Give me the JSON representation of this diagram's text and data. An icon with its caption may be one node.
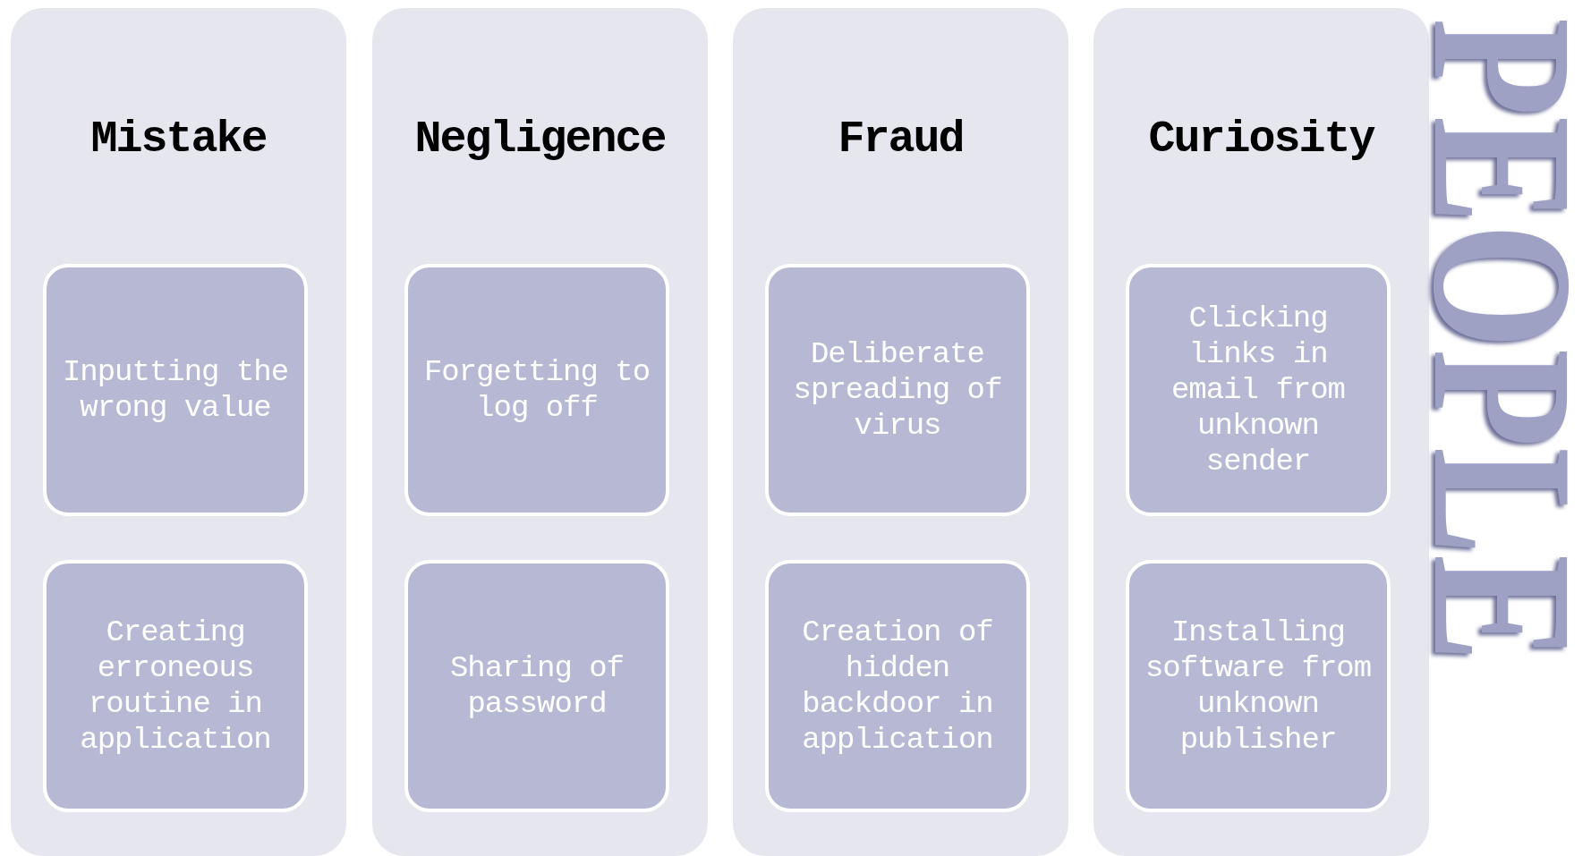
{
  "diagram": {
    "title": "PEOPLE",
    "nodes": [
      {
        "text": [
          "Mistake"
        ]
      },
      {
        "text": [
          "Inputting the wrong value"
        ],
        "in": 0
      },
      {
        "text": [
          "Creating erroneous routine in application"
        ],
        "in": 0
      },
      {
        "text": [
          "Negligence"
        ]
      },
      {
        "text": [
          "Forgetting to log off"
        ],
        "in": 3
      },
      {
        "text": [
          "Sharing of password"
        ],
        "in": 3
      },
      {
        "text": [
          "Fraud"
        ]
      },
      {
        "text": [
          "Deliberate spreading of virus"
        ],
        "in": 6
      },
      {
        "text": [
          "Creation of hidden backdoor in application"
        ],
        "in": 6
      },
      {
        "text": [
          "Curiosity"
        ]
      },
      {
        "text": [
          "Clicking links in email from unknown sender"
        ],
        "in": 9
      },
      {
        "text": [
          "Installing software from unknown publisher"
        ],
        "in": 9
      }
    ]
  }
}
